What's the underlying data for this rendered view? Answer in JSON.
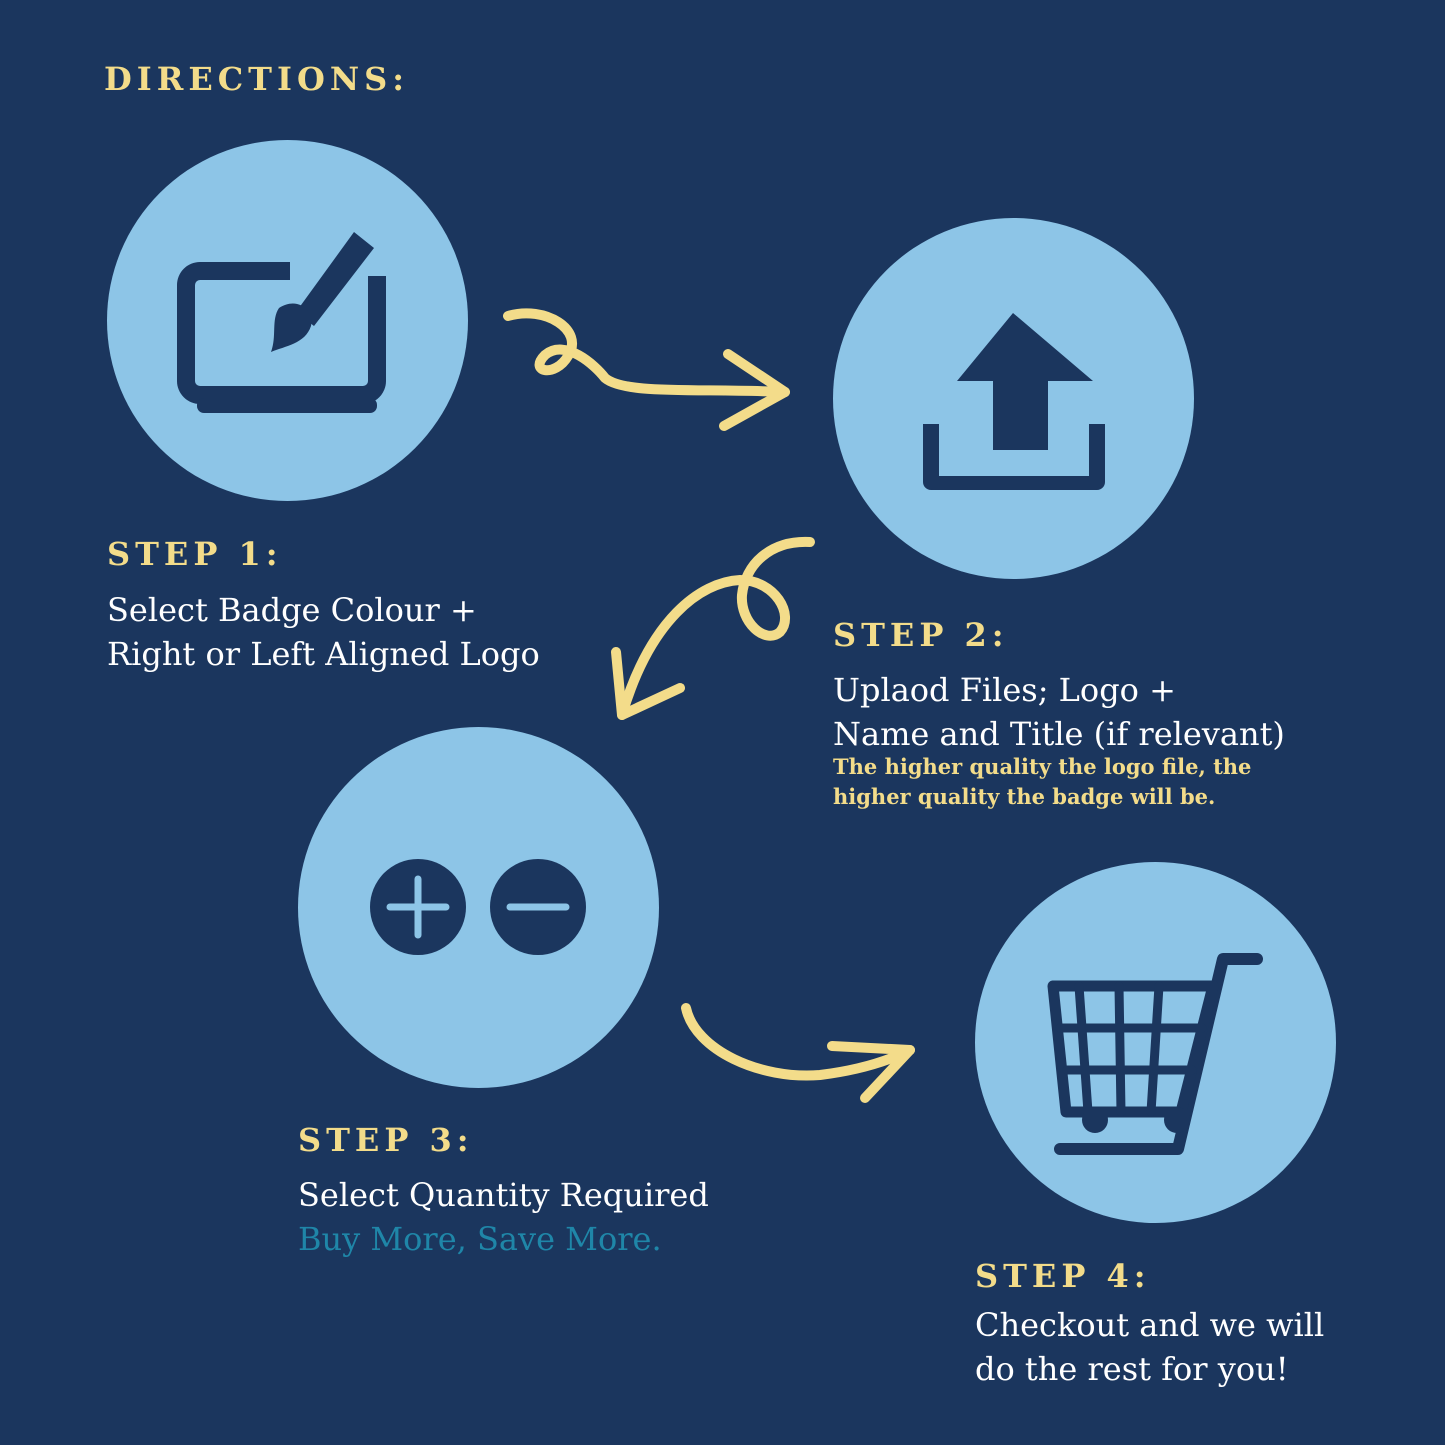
{
  "title": "DIRECTIONS:",
  "colors": {
    "background": "#1b365e",
    "circle": "#8dc5e7",
    "accent_yellow": "#f3dc8a",
    "accent_teal": "#1f86a8"
  },
  "steps": [
    {
      "heading": "STEP 1:",
      "lines": [
        "Select Badge Colour +",
        "Right or Left Aligned Logo"
      ],
      "icon": "laptop-paintbrush-icon"
    },
    {
      "heading": "STEP 2:",
      "lines": [
        "Uplaod Files; Logo +",
        "Name and Title (if relevant)"
      ],
      "note": [
        "The higher quality the logo file, the",
        "higher quality the badge will be."
      ],
      "icon": "upload-icon"
    },
    {
      "heading": "STEP 3:",
      "lines": [
        "Select Quantity Required"
      ],
      "highlight": "Buy More, Save More.",
      "icon": "plus-minus-icon"
    },
    {
      "heading": "STEP 4:",
      "lines": [
        "Checkout and we will",
        "do the rest for you!"
      ],
      "icon": "shopping-cart-icon"
    }
  ]
}
